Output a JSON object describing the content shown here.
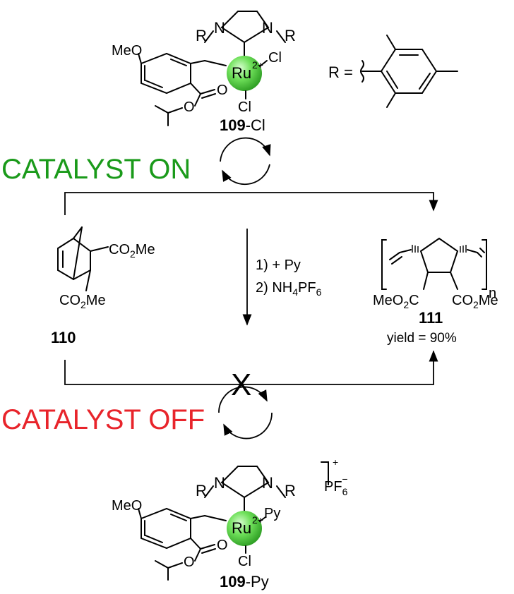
{
  "colors": {
    "catalyst_on": "#1a9a1a",
    "catalyst_off": "#e8242b",
    "ru_sphere": "#5fd44a"
  },
  "catalyst_on": "CATALYST ON",
  "catalyst_off": "CATALYST OFF",
  "conditions": {
    "step1": "1) + Py",
    "step2_prefix": "2) NH",
    "step2_sub1": "4",
    "step2_mid": "PF",
    "step2_sub2": "6"
  },
  "cat_cl": {
    "r_left": "R",
    "n_left": "N",
    "n_right": "N",
    "r_right": "R",
    "meo": "MeO",
    "ru": "Ru",
    "charge": "2+",
    "cl_top": "Cl",
    "cl_bottom": "Cl",
    "o_carbonyl": "O",
    "o_ether": "O",
    "label_num": "109",
    "label_suffix": "-Cl"
  },
  "r_group": {
    "label": "R ="
  },
  "monomer": {
    "co2me_top_a": "CO",
    "co2me_top_sub": "2",
    "co2me_top_b": "Me",
    "co2me_bot_a": "CO",
    "co2me_bot_sub": "2",
    "co2me_bot_b": "Me",
    "label": "110"
  },
  "polymer": {
    "ester_left_a": "MeO",
    "ester_left_sub": "2",
    "ester_left_b": "C",
    "ester_right_a": "CO",
    "ester_right_sub": "2",
    "ester_right_b": "Me",
    "n": "n",
    "label": "111",
    "yield": "yield = 90%"
  },
  "cat_py": {
    "r_left": "R",
    "n_left": "N",
    "n_right": "N",
    "r_right": "R",
    "meo": "MeO",
    "ru": "Ru",
    "charge": "2+",
    "py": "Py",
    "cl": "Cl",
    "o_carbonyl": "O",
    "o_ether": "O",
    "plus": "+",
    "pf_a": "PF",
    "pf_sub": "6",
    "pf_sup": "−",
    "label_num": "109",
    "label_suffix": "-Py"
  },
  "blocked_mark": "X"
}
